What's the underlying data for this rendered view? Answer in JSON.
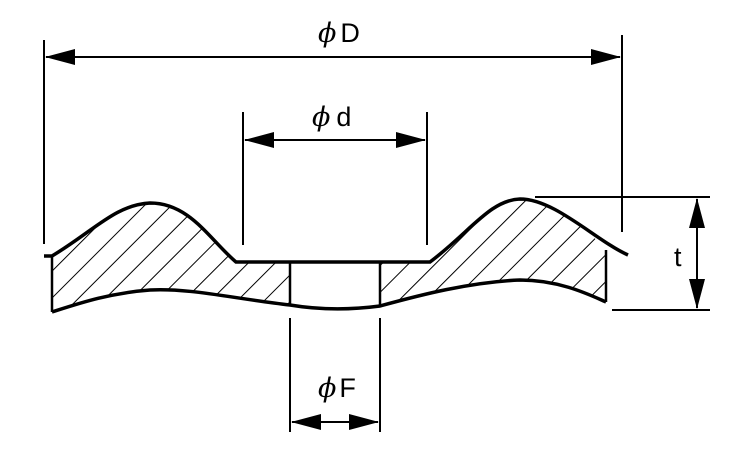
{
  "dimensions": {
    "outer_diameter": {
      "symbol": "ϕ",
      "letter": "D"
    },
    "inner_diameter": {
      "symbol": "ϕ",
      "letter": "d"
    },
    "hole_diameter": {
      "symbol": "ϕ",
      "letter": "F"
    },
    "thickness": {
      "letter": "t"
    }
  },
  "colors": {
    "line": "#000000",
    "background": "#ffffff"
  }
}
